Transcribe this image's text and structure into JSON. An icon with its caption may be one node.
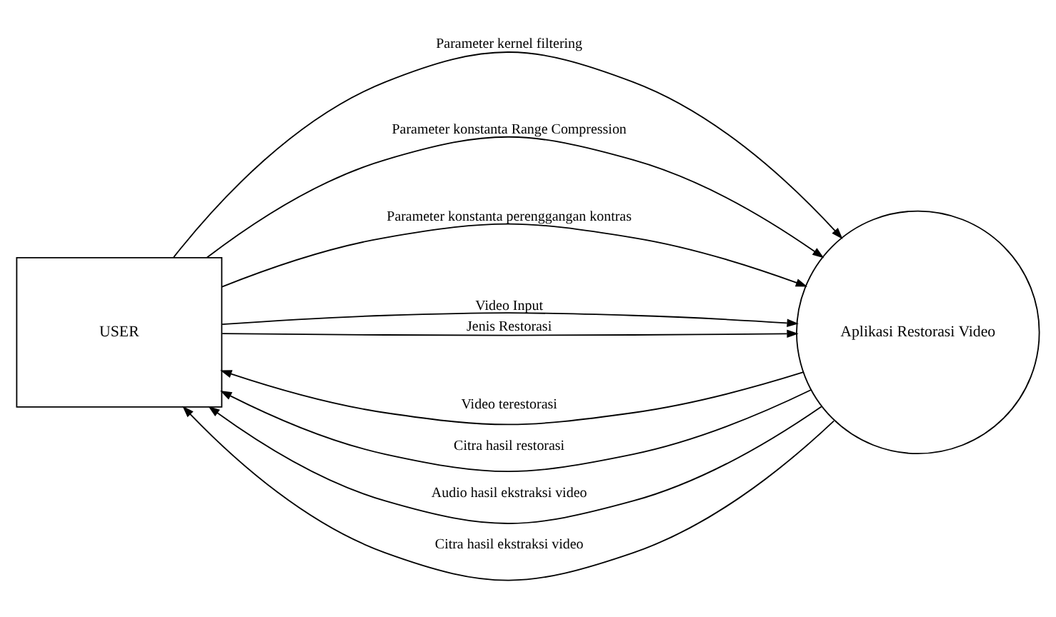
{
  "diagram": {
    "nodes": [
      {
        "text": [
          "USER"
        ]
      },
      {
        "text": [
          "Aplikasi Restorasi Video"
        ]
      }
    ],
    "edges": [
      {
        "from": 1,
        "to": 0,
        "arrow": "to",
        "label": "Video terestorasi"
      },
      {
        "from": 1,
        "to": 0,
        "arrow": "to",
        "label": "Citra hasil restorasi"
      },
      {
        "from": 1,
        "to": 0,
        "arrow": "to",
        "label": "Audio hasil ekstraksi video"
      },
      {
        "from": 1,
        "to": 0,
        "arrow": "to",
        "label": "Citra hasil ekstraksi video"
      },
      {
        "from": 0,
        "to": 1,
        "arrow": "to",
        "label": "Parameter kernel filtering"
      },
      {
        "from": 0,
        "to": 1,
        "arrow": "to",
        "label": "Parameter konstanta Range Compression"
      },
      {
        "from": 0,
        "to": 1,
        "arrow": "to",
        "label": "Parameter konstanta perenggangan kontras"
      },
      {
        "from": 0,
        "to": 1,
        "arrow": "to",
        "label": "Video Input"
      },
      {
        "from": 0,
        "to": 1,
        "arrow": "to",
        "label": "Jenis Restorasi"
      }
    ]
  }
}
